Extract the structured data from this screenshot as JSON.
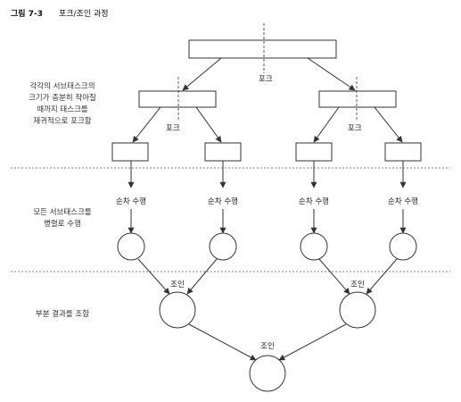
{
  "figure": {
    "number": "그림 7-3",
    "caption": "포크/조인 과정"
  },
  "side_notes": {
    "recursive_fork": [
      "각각의 서브태스크의",
      "크기가 충분히 작아질",
      "때까지 태스크를",
      "재귀적으로 포크함"
    ],
    "parallel_run": [
      "모든 서브태스크를",
      "병렬로 수행"
    ],
    "combine": "부분 결과를 조합"
  },
  "labels": {
    "fork_top": "포크",
    "fork_left": "포크",
    "fork_right": "포크",
    "sequential": [
      "순차 수행",
      "순차 수행",
      "순차 수행",
      "순차 수행"
    ],
    "join_left": "조인",
    "join_right": "조인",
    "join_bottom": "조인"
  }
}
